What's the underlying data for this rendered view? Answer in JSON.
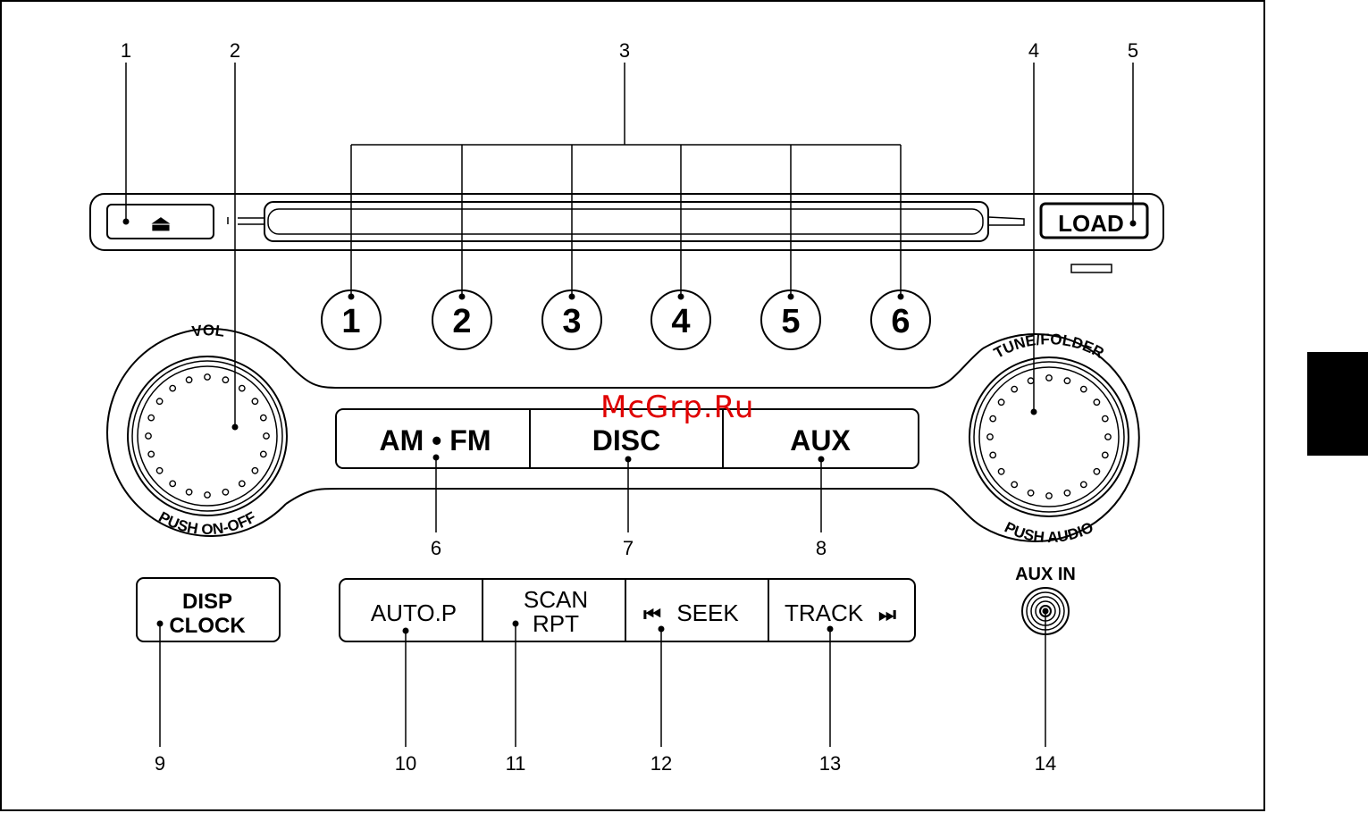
{
  "callouts": [
    "1",
    "2",
    "3",
    "4",
    "5",
    "6",
    "7",
    "8",
    "9",
    "10",
    "11",
    "12",
    "13",
    "14"
  ],
  "eject_symbol": "⏏",
  "load_label": "LOAD",
  "presets": [
    "1",
    "2",
    "3",
    "4",
    "5",
    "6"
  ],
  "vol_knob": {
    "top_label": "VOL",
    "bottom_label": "PUSH ON-OFF"
  },
  "tune_knob": {
    "top_label": "TUNE/FOLDER",
    "bottom_label": "PUSH AUDIO"
  },
  "source_buttons": {
    "am_fm": "AM • FM",
    "disc": "DISC",
    "aux": "AUX"
  },
  "disp_clock": {
    "line1": "DISP",
    "line2": "CLOCK"
  },
  "function_buttons": {
    "auto_p": "AUTO.P",
    "scan": "SCAN",
    "rpt": "RPT",
    "seek_icon": "⏮",
    "seek": "SEEK",
    "track": "TRACK",
    "track_icon": "⏭"
  },
  "aux_in_label": "AUX IN",
  "watermark": "McGrp.Ru"
}
